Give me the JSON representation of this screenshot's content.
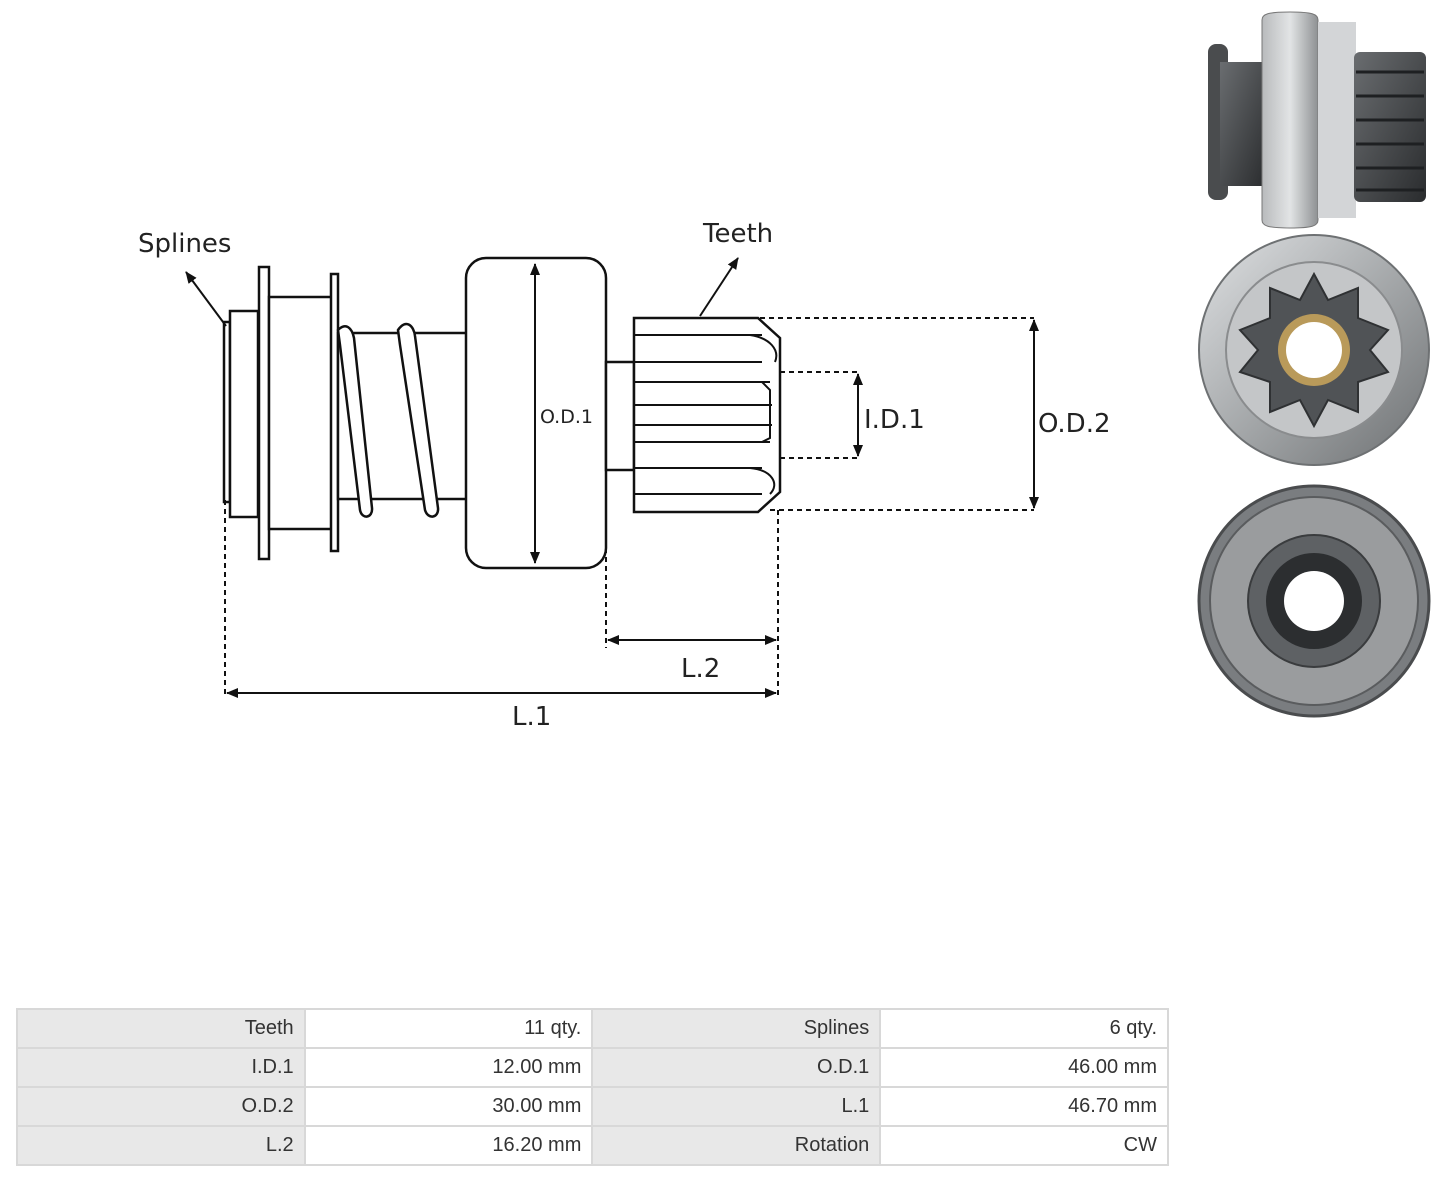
{
  "diagram": {
    "label_splines": "Splines",
    "label_teeth": "Teeth",
    "label_od1": "O.D.1",
    "label_id1": "I.D.1",
    "label_od2": "O.D.2",
    "label_l2": "L.2",
    "label_l1": "L.1"
  },
  "photos": [
    {
      "view": "side-view",
      "icon": "starter-drive-side-photo"
    },
    {
      "view": "front-view",
      "icon": "starter-drive-pinion-photo"
    },
    {
      "view": "rear-view",
      "icon": "starter-drive-clutch-photo"
    }
  ],
  "specs": [
    [
      {
        "label": "Teeth",
        "value": "11 qty."
      },
      {
        "label": "Splines",
        "value": "6 qty."
      }
    ],
    [
      {
        "label": "I.D.1",
        "value": "12.00 mm"
      },
      {
        "label": "O.D.1",
        "value": "46.00 mm"
      }
    ],
    [
      {
        "label": "O.D.2",
        "value": "30.00 mm"
      },
      {
        "label": "L.1",
        "value": "46.70 mm"
      }
    ],
    [
      {
        "label": "L.2",
        "value": "16.20 mm"
      },
      {
        "label": "Rotation",
        "value": "CW"
      }
    ]
  ],
  "colors": {
    "line": "#111111",
    "metal": "#8a8c8e",
    "dark_metal": "#3a3c3e"
  }
}
